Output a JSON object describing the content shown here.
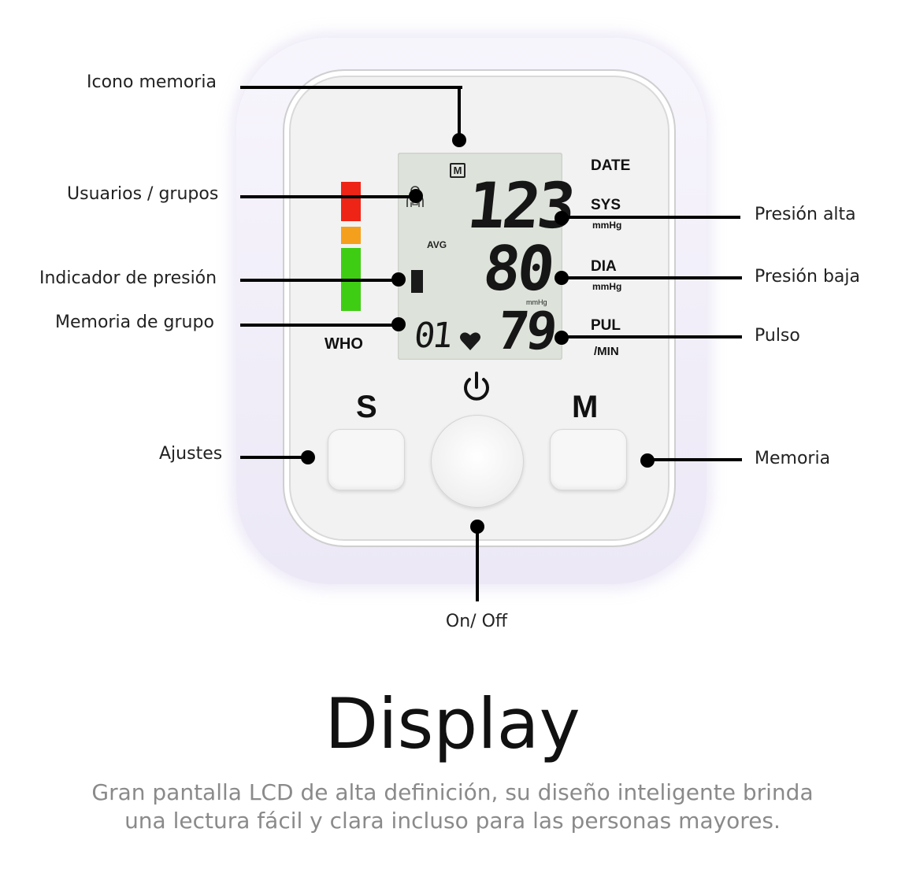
{
  "device": {
    "lcd": {
      "memory_badge": "M",
      "avg": "AVG",
      "systolic": "123",
      "diastolic": "80",
      "unit_small": "mmHg",
      "group_memory": "01",
      "pulse": "79"
    },
    "labels": {
      "date": "DATE",
      "sys": "SYS",
      "sys_unit": "mmHg",
      "dia": "DIA",
      "dia_unit": "mmHg",
      "pul": "PUL",
      "pul_unit": "/MIN",
      "who": "WHO",
      "s_button": "S",
      "m_button": "M"
    },
    "colors": {
      "red": "#ee2417",
      "orange": "#f5a01c",
      "green": "#3fcd14"
    }
  },
  "callouts": {
    "icono_memoria": "Icono memoria",
    "usuarios_grupos": "Usuarios / grupos",
    "indicador_presion": "Indicador de presión",
    "memoria_grupo": "Memoria de grupo",
    "ajustes": "Ajustes",
    "presion_alta": "Presión alta",
    "presion_baja": "Presión baja",
    "pulso": "Pulso",
    "memoria": "Memoria",
    "on_off": "On/ Off"
  },
  "title": "Display",
  "subtitle_line1": "Gran pantalla LCD de alta definición, su diseño inteligente brinda",
  "subtitle_line2": "una lectura fácil y clara incluso para las personas mayores."
}
